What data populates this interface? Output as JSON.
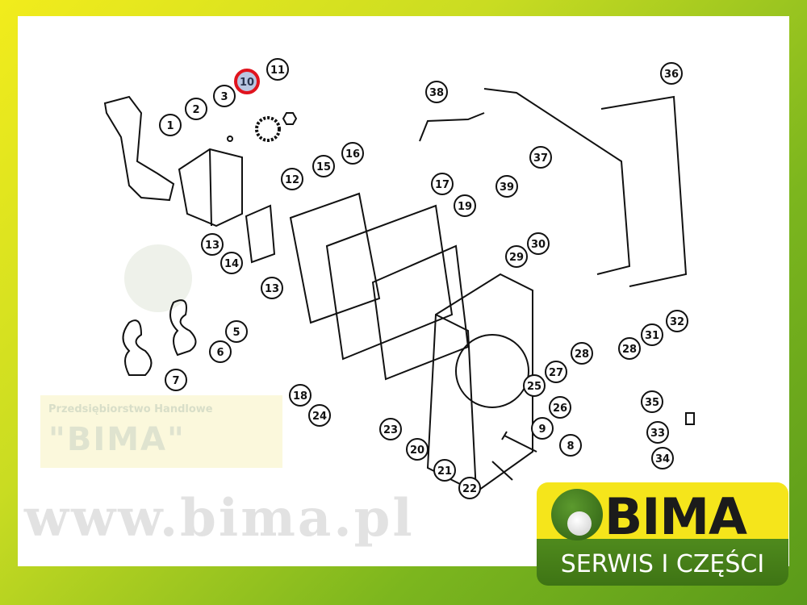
{
  "watermark": {
    "company_line": "Przedsiębiorstwo Handlowe",
    "company_name": "\"BIMA\"",
    "url": "www.bima.pl"
  },
  "logo": {
    "name": "BIMA",
    "tagline": "SERWIS I CZĘŚCI"
  },
  "highlight_color": "#e0141e",
  "callouts": [
    "1",
    "2",
    "3",
    "10",
    "11",
    "12",
    "13",
    "14",
    "13",
    "15",
    "16",
    "17",
    "19",
    "5",
    "6",
    "7",
    "18",
    "24",
    "23",
    "20",
    "21",
    "22",
    "8",
    "9",
    "26",
    "25",
    "27",
    "28",
    "29",
    "30",
    "38",
    "39",
    "37",
    "36",
    "28",
    "31",
    "32",
    "35",
    "33",
    "34"
  ],
  "selected_callout": "10"
}
